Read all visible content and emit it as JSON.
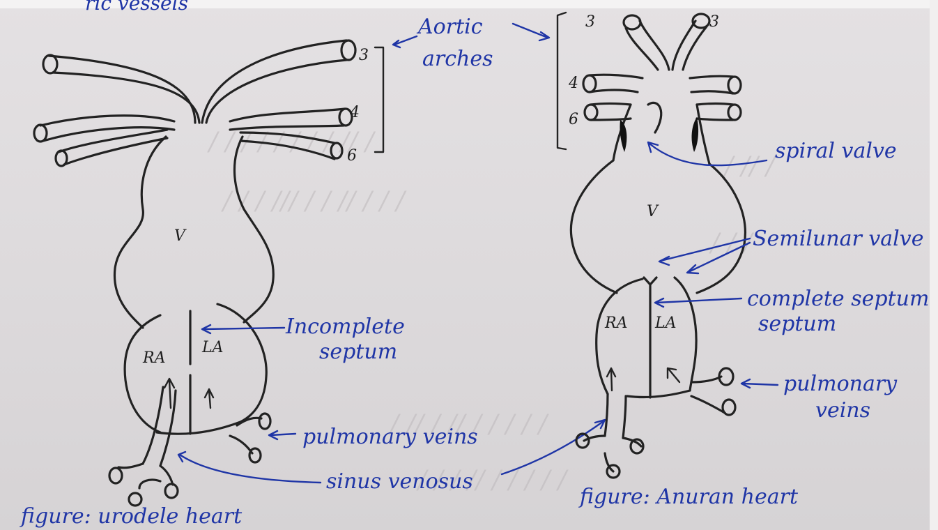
{
  "header_scrawl": "ric vessels",
  "left_figure": {
    "arch_numbers": [
      "3",
      "4",
      "6"
    ],
    "chamber_labels": {
      "ventricle": "V",
      "right_atrium": "RA",
      "left_atrium": "LA"
    },
    "annotations": {
      "incomplete_septum_line1": "Incomplete",
      "incomplete_septum_line2": "septum",
      "pulmonary_veins": "pulmonary veins",
      "sinus_venosus": "sinus venosus"
    },
    "caption": "figure: urodele heart"
  },
  "right_figure": {
    "arch_numbers": [
      "3",
      "3",
      "4",
      "6"
    ],
    "chamber_labels": {
      "ventricle": "V",
      "right_atrium": "RA",
      "left_atrium": "LA"
    },
    "annotations": {
      "aortic_arches_line1": "Aortic",
      "aortic_arches_line2": "arches",
      "spiral_valve": "spiral valve",
      "semilunar_valve": "Semilunar valve",
      "complete_septum_line1": "complete septum",
      "complete_septum_line2": "septum",
      "pulmonary_veins_line1": "pulmonary",
      "pulmonary_veins_line2": "veins"
    },
    "caption": "figure: Anuran heart"
  },
  "colors": {
    "ink": "#222222",
    "pen": "#1f35a6",
    "paper": "#dedbdd"
  }
}
